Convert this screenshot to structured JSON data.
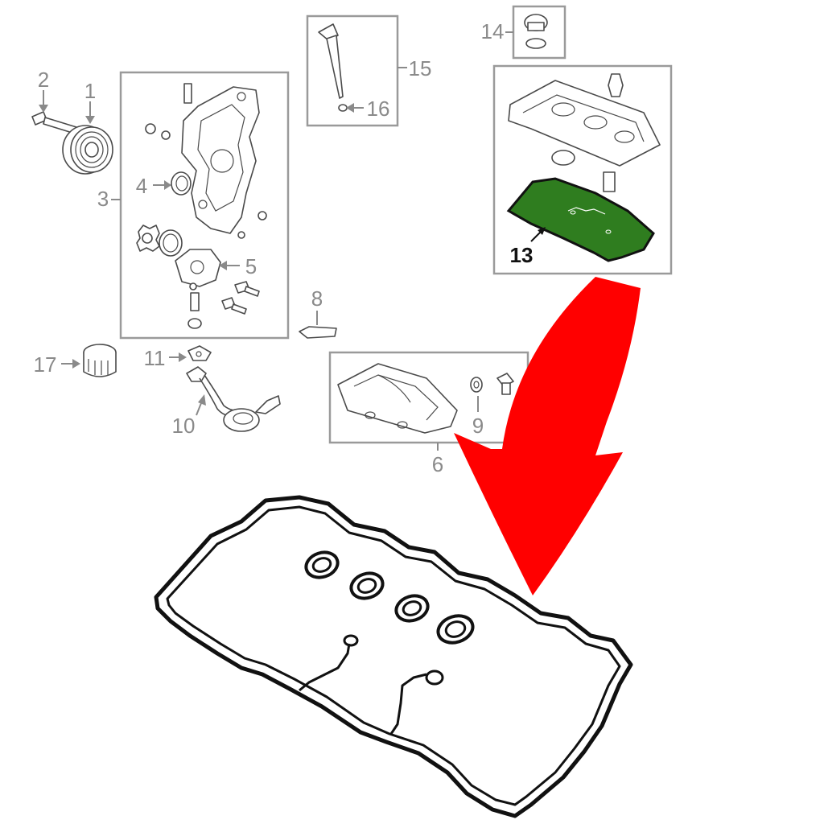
{
  "diagram": {
    "callouts": [
      {
        "id": "1",
        "label": "1"
      },
      {
        "id": "2",
        "label": "2"
      },
      {
        "id": "3",
        "label": "3"
      },
      {
        "id": "4",
        "label": "4"
      },
      {
        "id": "5",
        "label": "5"
      },
      {
        "id": "6",
        "label": "6"
      },
      {
        "id": "8",
        "label": "8"
      },
      {
        "id": "9",
        "label": "9"
      },
      {
        "id": "10",
        "label": "10"
      },
      {
        "id": "11",
        "label": "11"
      },
      {
        "id": "13",
        "label": "13"
      },
      {
        "id": "14",
        "label": "14"
      },
      {
        "id": "15",
        "label": "15"
      },
      {
        "id": "16",
        "label": "16"
      },
      {
        "id": "17",
        "label": "17"
      }
    ],
    "colors": {
      "highlight_gasket": "#2f7d1f",
      "arrow": "#ff0000",
      "outline": "#111111",
      "callout_text": "#8a8a8a"
    }
  }
}
